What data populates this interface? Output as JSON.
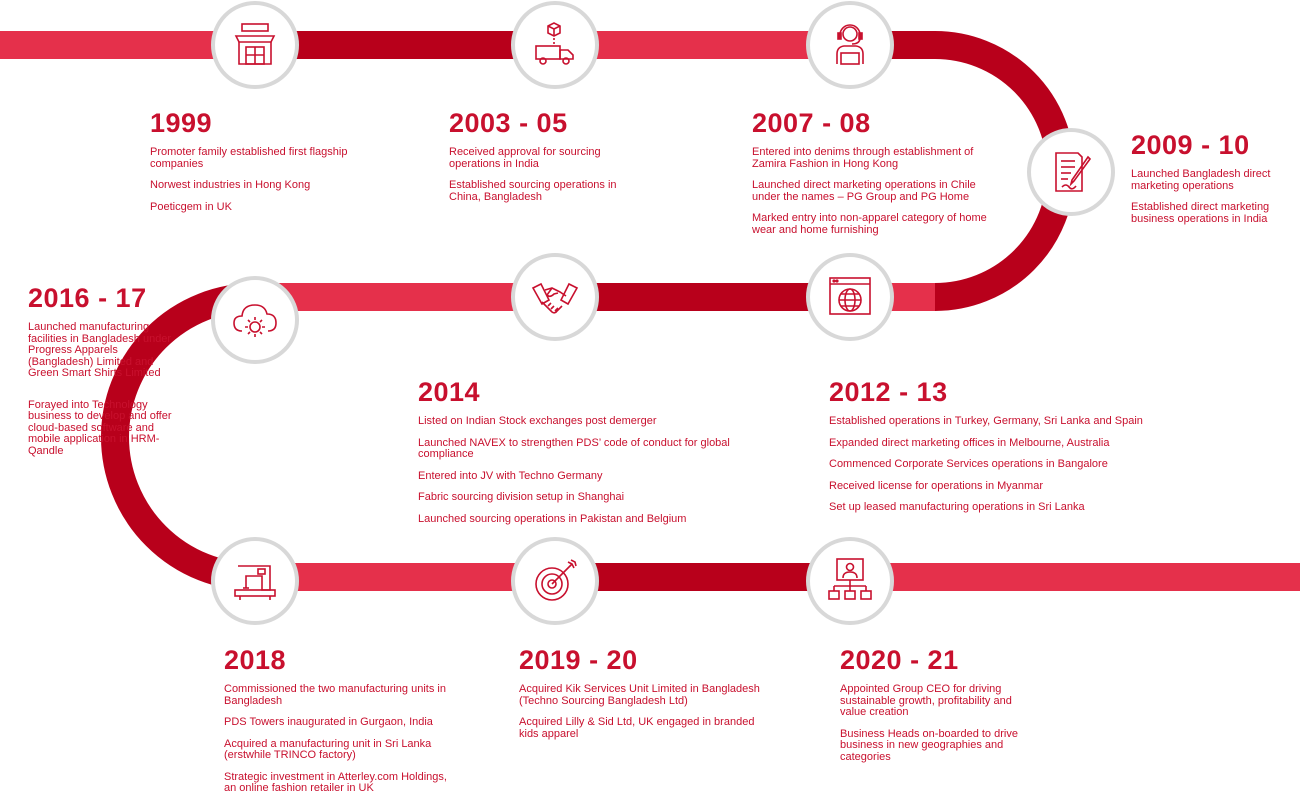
{
  "colors": {
    "track_light": "#e5304b",
    "track_dark": "#b8001b",
    "accent_text": "#c8102e",
    "node_border": "#d8d8d8"
  },
  "icons": {
    "n1999": "storefront-icon",
    "n2003": "delivery-truck-icon",
    "n2007": "call-center-agent-icon",
    "n2009": "document-signing-icon",
    "n2012": "web-globe-icon",
    "n2014": "handshake-icon",
    "n2016": "cloud-settings-icon",
    "n2018": "sewing-machine-icon",
    "n2019": "target-arrow-icon",
    "n2020": "org-chart-presentation-icon"
  },
  "milestones": {
    "m1999": {
      "year": "1999",
      "items": [
        "Promoter family established first flagship companies",
        "Norwest industries in Hong Kong",
        "Poeticgem in UK"
      ]
    },
    "m2003": {
      "year": "2003 - 05",
      "items": [
        "Received approval for sourcing operations in India",
        "Established sourcing operations in China, Bangladesh"
      ]
    },
    "m2007": {
      "year": "2007 - 08",
      "items": [
        "Entered into denims through establishment of Zamira Fashion in Hong Kong",
        "Launched direct marketing operations in Chile under the names – PG Group and PG Home",
        "Marked entry into non-apparel category of home wear and home furnishing"
      ]
    },
    "m2009": {
      "year": "2009 - 10",
      "items": [
        "Launched Bangladesh direct marketing operations",
        "Established direct marketing business operations in India"
      ]
    },
    "m2016": {
      "year": "2016 - 17",
      "items": [
        "Launched manufacturing facilities in Bangladesh under Progress Apparels (Bangladesh) Limited and Green Smart Shirts Limited",
        "Forayed into Technology business to develop and offer cloud-based software and mobile application in HRM-Qandle"
      ]
    },
    "m2014": {
      "year": "2014",
      "items": [
        "Listed on Indian Stock exchanges post demerger",
        "Launched NAVEX to strengthen PDS’ code of conduct for global compliance",
        "Entered into JV with Techno Germany",
        "Fabric sourcing division setup in Shanghai",
        "Launched sourcing operations in Pakistan and Belgium"
      ]
    },
    "m2012": {
      "year": "2012 - 13",
      "items": [
        "Established operations in Turkey, Germany, Sri Lanka and Spain",
        "Expanded direct marketing offices in Melbourne, Australia",
        "Commenced Corporate Services operations in Bangalore",
        "Received license for operations in Myanmar",
        "Set up leased manufacturing operations in Sri Lanka"
      ]
    },
    "m2018": {
      "year": "2018",
      "items": [
        "Commissioned the two manufacturing units in Bangladesh",
        "PDS Towers inaugurated in Gurgaon, India",
        "Acquired a manufacturing unit in Sri Lanka (erstwhile TRINCO factory)",
        "Strategic investment in Atterley.com Holdings, an online fashion retailer in UK"
      ]
    },
    "m2019": {
      "year": "2019 - 20",
      "items": [
        "Acquired Kik Services Unit Limited in Bangladesh (Techno Sourcing Bangladesh Ltd)",
        "Acquired Lilly & Sid Ltd, UK engaged in branded kids apparel"
      ]
    },
    "m2020": {
      "year": "2020 - 21",
      "items": [
        "Appointed Group CEO for driving sustainable growth, profitability and value creation",
        "Business Heads on-boarded to drive business in new geographies and categories"
      ]
    }
  }
}
